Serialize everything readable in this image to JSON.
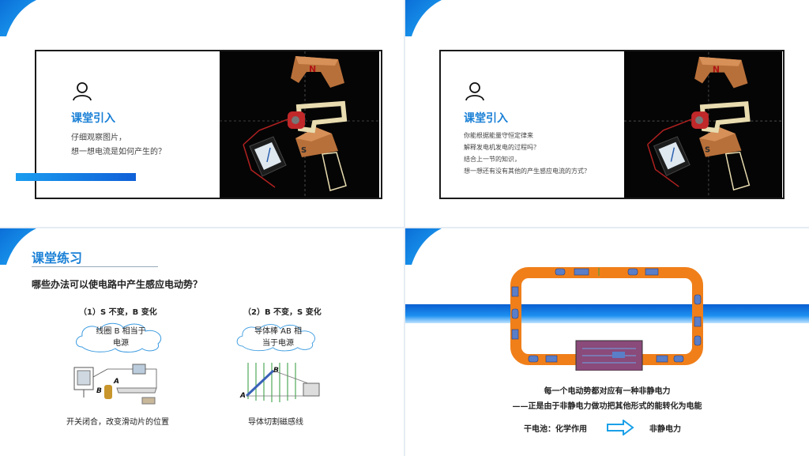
{
  "slides": {
    "intro1": {
      "title": "课堂引入",
      "lines": [
        "仔细观察图片，",
        "想一想电流是如何产生的？"
      ],
      "magnet_n": "N",
      "magnet_s": "S"
    },
    "intro2": {
      "title": "课堂引入",
      "lines": [
        "你能根据能量守恒定律来",
        "解释发电机发电的过程吗？",
        "结合上一节的知识，",
        "想一想还有没有其他的产生感应电流的方式？"
      ],
      "magnet_n": "N",
      "magnet_s": "S"
    },
    "practice": {
      "title": "课堂练习",
      "question": "哪些办法可以使电路中产生感应电动势？",
      "case1": {
        "heading": "（1）S 不变，B 变化",
        "bubble_l1": "线圈 B 相当于",
        "bubble_l2": "电源",
        "caption": "开关闭合，改变滑动片的位置",
        "label_a": "A",
        "label_b": "B"
      },
      "case2": {
        "heading": "（2）B 不变，S 变化",
        "bubble_l1": "导体棒 AB 相",
        "bubble_l2": "当于电源",
        "caption": "导体切割磁感线",
        "label_a": "A",
        "label_b": "B"
      }
    },
    "emf": {
      "line1": "每一个电动势都对应有一种非静电力",
      "line2": "——正是由于非静电力做功把其他形式的能转化为电能",
      "left": "干电池：化学作用",
      "right": "非静电力"
    }
  },
  "colors": {
    "accent": "#1a80d6",
    "loop": "#f07f1a",
    "battery": "#8a4a7a"
  }
}
